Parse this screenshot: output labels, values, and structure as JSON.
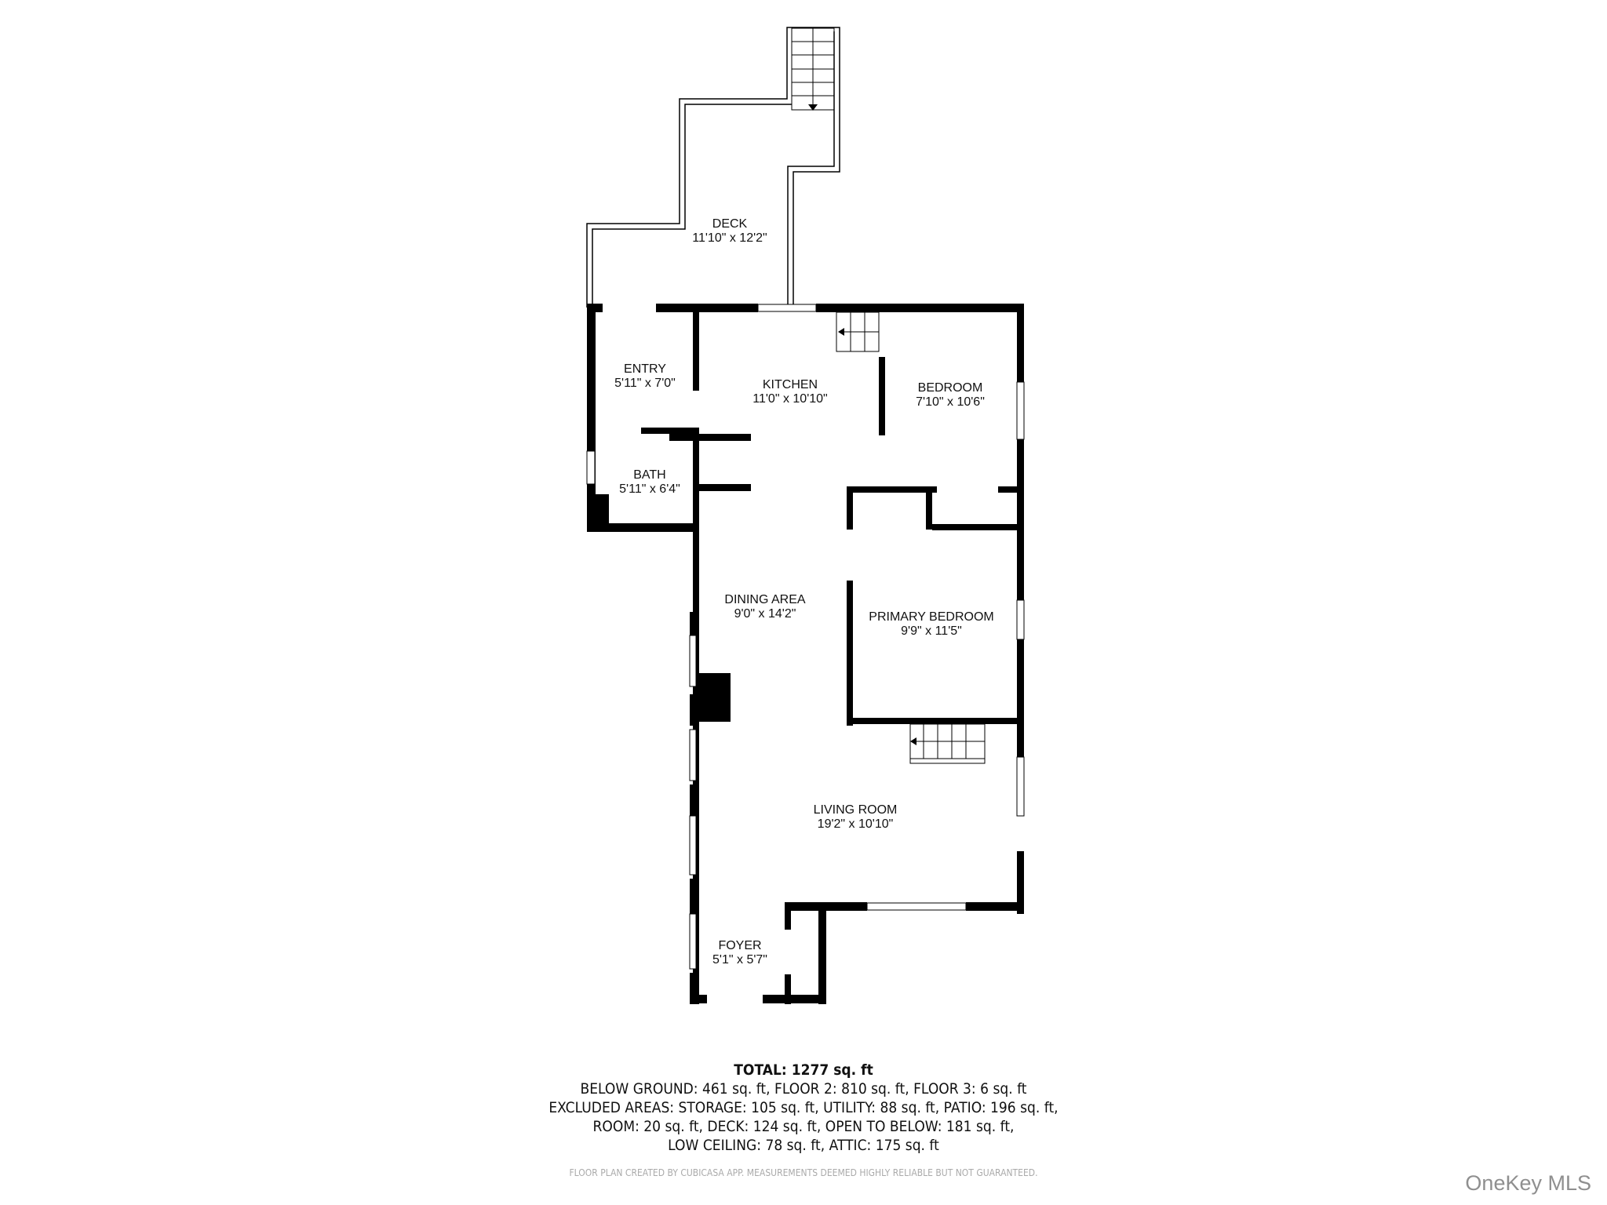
{
  "rooms": [
    {
      "name": "DECK",
      "dims": "11'10\" x 12'2\""
    },
    {
      "name": "ENTRY",
      "dims": "5'11\" x 7'0\""
    },
    {
      "name": "KITCHEN",
      "dims": "11'0\" x 10'10\""
    },
    {
      "name": "BEDROOM",
      "dims": "7'10\" x 10'6\""
    },
    {
      "name": "BATH",
      "dims": "5'11\" x 6'4\""
    },
    {
      "name": "DINING AREA",
      "dims": "9'0\" x 14'2\""
    },
    {
      "name": "PRIMARY BEDROOM",
      "dims": "9'9\" x 11'5\""
    },
    {
      "name": "LIVING ROOM",
      "dims": "19'2\" x 10'10\""
    },
    {
      "name": "FOYER",
      "dims": "5'1\" x 5'7\""
    }
  ],
  "summary": {
    "total": "TOTAL: 1277 sq. ft",
    "lines": [
      "BELOW GROUND: 461 sq. ft, FLOOR 2: 810 sq. ft, FLOOR 3: 6 sq. ft",
      "EXCLUDED AREAS: STORAGE: 105 sq. ft, UTILITY: 88 sq. ft, PATIO: 196 sq. ft,",
      "ROOM: 20 sq. ft, DECK: 124 sq. ft, OPEN TO BELOW: 181 sq. ft,",
      "LOW CEILING: 78 sq. ft, ATTIC: 175 sq. ft"
    ]
  },
  "disclaimer": "FLOOR PLAN CREATED BY CUBICASA APP. MEASUREMENTS DEEMED HIGHLY RELIABLE BUT NOT GUARANTEED.",
  "watermark": "OneKey MLS",
  "colors": {
    "wall": "#000000",
    "background": "#ffffff",
    "disclaimer": "#aaaaaa",
    "watermark": "#8f8f8f"
  }
}
